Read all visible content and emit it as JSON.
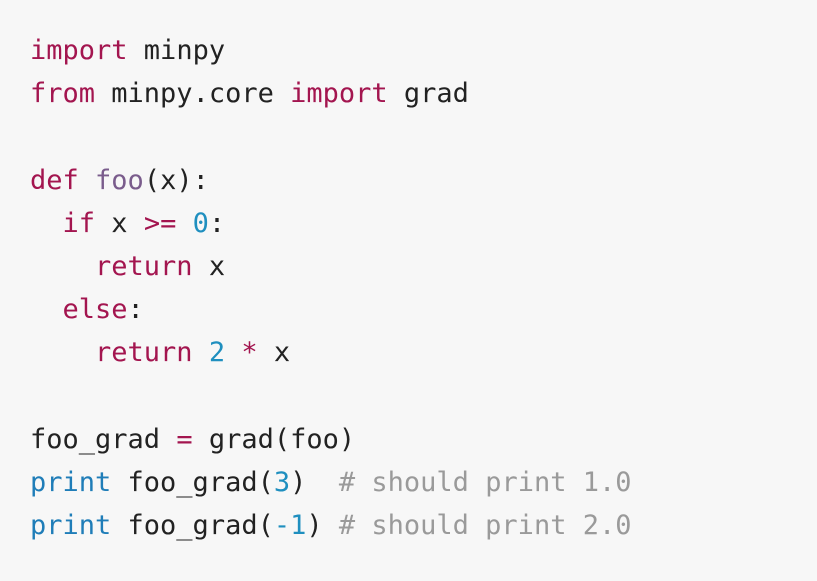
{
  "colors": {
    "background": "#f7f7f7",
    "keyword": "#a3154f",
    "function_name": "#7a5c8c",
    "number": "#1f8fbf",
    "builtin": "#1f7db8",
    "comment": "#9a9a9a",
    "text": "#222222"
  },
  "code": {
    "language": "python",
    "lines": [
      {
        "tokens": [
          {
            "t": "kw",
            "v": "import"
          },
          {
            "t": "plain",
            "v": " minpy"
          }
        ]
      },
      {
        "tokens": [
          {
            "t": "kw",
            "v": "from"
          },
          {
            "t": "plain",
            "v": " minpy.core "
          },
          {
            "t": "kw",
            "v": "import"
          },
          {
            "t": "plain",
            "v": " grad"
          }
        ]
      },
      {
        "tokens": []
      },
      {
        "tokens": [
          {
            "t": "kw",
            "v": "def"
          },
          {
            "t": "plain",
            "v": " "
          },
          {
            "t": "fn",
            "v": "foo"
          },
          {
            "t": "plain",
            "v": "(x):"
          }
        ]
      },
      {
        "tokens": [
          {
            "t": "plain",
            "v": "  "
          },
          {
            "t": "kw",
            "v": "if"
          },
          {
            "t": "plain",
            "v": " x "
          },
          {
            "t": "op",
            "v": ">="
          },
          {
            "t": "plain",
            "v": " "
          },
          {
            "t": "num",
            "v": "0"
          },
          {
            "t": "plain",
            "v": ":"
          }
        ]
      },
      {
        "tokens": [
          {
            "t": "plain",
            "v": "    "
          },
          {
            "t": "kw",
            "v": "return"
          },
          {
            "t": "plain",
            "v": " x"
          }
        ]
      },
      {
        "tokens": [
          {
            "t": "plain",
            "v": "  "
          },
          {
            "t": "kw",
            "v": "else"
          },
          {
            "t": "plain",
            "v": ":"
          }
        ]
      },
      {
        "tokens": [
          {
            "t": "plain",
            "v": "    "
          },
          {
            "t": "kw",
            "v": "return"
          },
          {
            "t": "plain",
            "v": " "
          },
          {
            "t": "num",
            "v": "2"
          },
          {
            "t": "plain",
            "v": " "
          },
          {
            "t": "op",
            "v": "*"
          },
          {
            "t": "plain",
            "v": " x"
          }
        ]
      },
      {
        "tokens": []
      },
      {
        "tokens": [
          {
            "t": "plain",
            "v": "foo_grad "
          },
          {
            "t": "op",
            "v": "="
          },
          {
            "t": "plain",
            "v": " grad(foo)"
          }
        ]
      },
      {
        "tokens": [
          {
            "t": "builtin",
            "v": "print"
          },
          {
            "t": "plain",
            "v": " foo_grad("
          },
          {
            "t": "num",
            "v": "3"
          },
          {
            "t": "plain",
            "v": ")  "
          },
          {
            "t": "comment",
            "v": "# should print 1.0"
          }
        ]
      },
      {
        "tokens": [
          {
            "t": "builtin",
            "v": "print"
          },
          {
            "t": "plain",
            "v": " foo_grad("
          },
          {
            "t": "num",
            "v": "-1"
          },
          {
            "t": "plain",
            "v": ") "
          },
          {
            "t": "comment",
            "v": "# should print 2.0"
          }
        ]
      }
    ]
  }
}
